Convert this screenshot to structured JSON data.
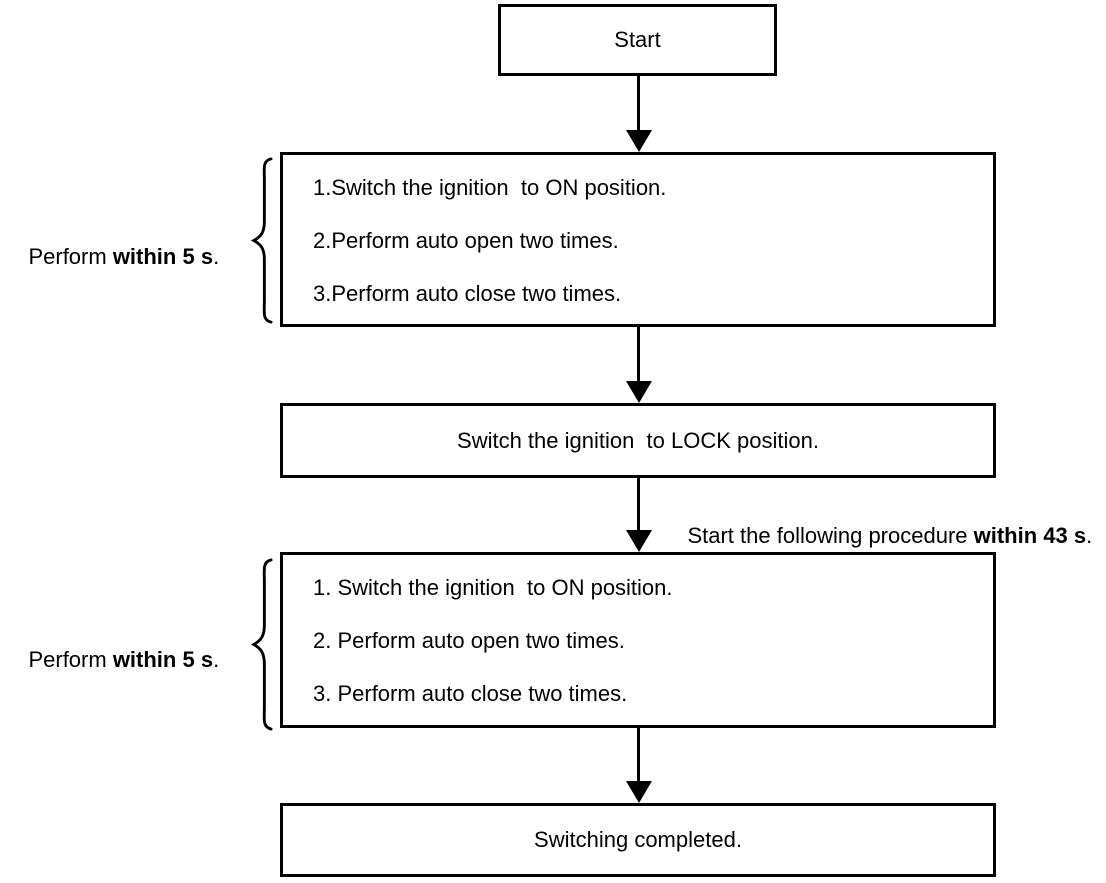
{
  "flowchart": {
    "start_node": {
      "label": "Start"
    },
    "procedure_box_1": {
      "steps": [
        "1.Switch the ignition  to ON position.",
        "2.Perform auto open two times.",
        "3.Perform auto close two times."
      ]
    },
    "side_label_1": {
      "prefix": "Perform ",
      "bold": "within 5 s",
      "suffix": "."
    },
    "lock_box": {
      "label": "Switch the ignition  to LOCK position."
    },
    "arrow_annotation": {
      "prefix": "Start the following procedure ",
      "bold": "within 43 s",
      "suffix": "."
    },
    "procedure_box_2": {
      "steps": [
        "1. Switch the ignition  to ON position.",
        "2. Perform auto open two times.",
        "3. Perform auto close two times."
      ]
    },
    "side_label_2": {
      "prefix": "Perform ",
      "bold": "within 5 s",
      "suffix": "."
    },
    "end_node": {
      "label": "Switching completed."
    },
    "colors": {
      "line": "#000000",
      "background": "#ffffff"
    }
  }
}
